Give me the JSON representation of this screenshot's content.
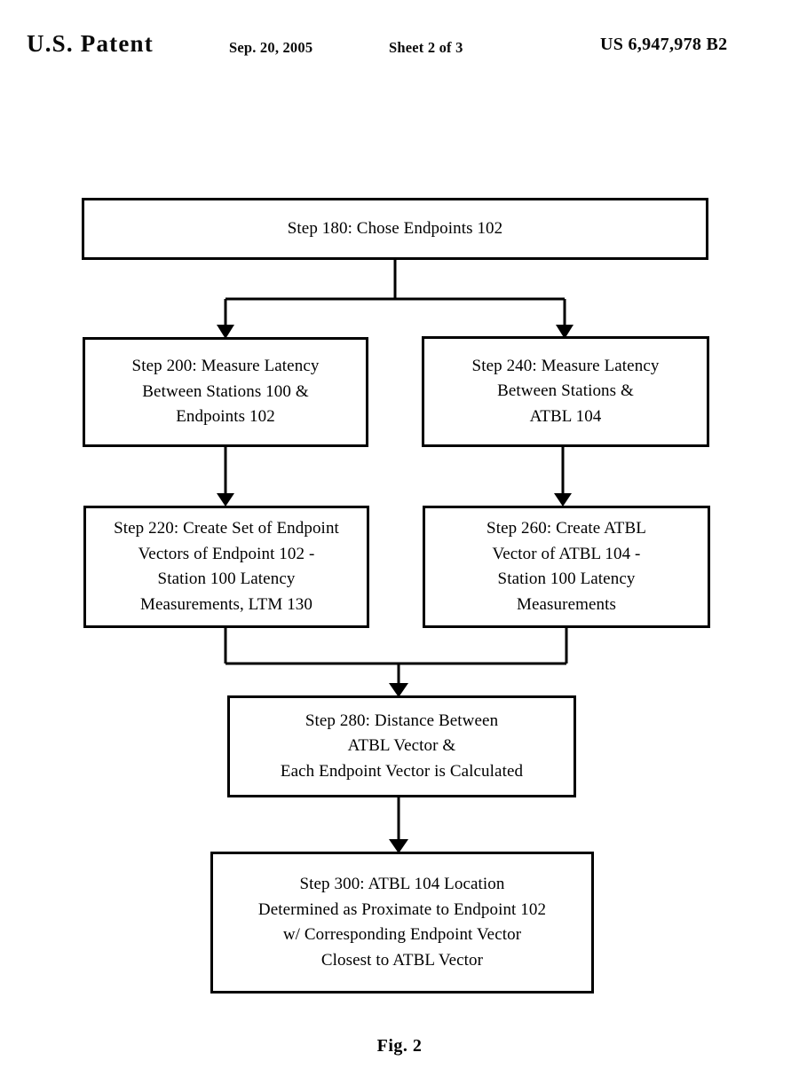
{
  "header": {
    "office": "U.S. Patent",
    "date": "Sep. 20, 2005",
    "sheet": "Sheet 2 of 3",
    "patent_number": "US 6,947,978 B2"
  },
  "figure": {
    "caption": "Fig. 2",
    "type": "flowchart",
    "line_color": "#000000",
    "background_color": "#ffffff"
  },
  "flowchart": {
    "nodes": [
      {
        "id": "step-180",
        "step": "180",
        "text": "Step 180:  Chose Endpoints 102"
      },
      {
        "id": "step-200",
        "step": "200",
        "text": "Step 200:  Measure Latency\nBetween Stations 100 &\nEndpoints 102"
      },
      {
        "id": "step-240",
        "step": "240",
        "text": "Step 240:  Measure Latency\nBetween Stations &\nATBL 104"
      },
      {
        "id": "step-220",
        "step": "220",
        "text": "Step 220: Create Set of Endpoint\nVectors of Endpoint 102 -\nStation 100 Latency\nMeasurements, LTM 130"
      },
      {
        "id": "step-260",
        "step": "260",
        "text": "Step 260:  Create ATBL\nVector of ATBL 104 -\nStation 100 Latency\nMeasurements"
      },
      {
        "id": "step-280",
        "step": "280",
        "text": "Step 280:  Distance Between\nATBL Vector &\nEach Endpoint Vector is Calculated"
      },
      {
        "id": "step-300",
        "step": "300",
        "text": "Step 300:  ATBL 104 Location\nDetermined as Proximate to Endpoint 102\nw/ Corresponding Endpoint Vector\nClosest to ATBL Vector"
      }
    ],
    "edges": [
      {
        "id": "edge-180-to-200",
        "from": "step-180",
        "to": "step-200",
        "kind": "branch-left"
      },
      {
        "id": "edge-180-to-240",
        "from": "step-180",
        "to": "step-240",
        "kind": "branch-right"
      },
      {
        "id": "edge-200-to-220",
        "from": "step-200",
        "to": "step-220",
        "kind": "straight"
      },
      {
        "id": "edge-240-to-260",
        "from": "step-240",
        "to": "step-260",
        "kind": "straight"
      },
      {
        "id": "edge-220-to-280",
        "from": "step-220",
        "to": "step-280",
        "kind": "merge-left"
      },
      {
        "id": "edge-260-to-280",
        "from": "step-260",
        "to": "step-280",
        "kind": "merge-right"
      },
      {
        "id": "edge-280-to-300",
        "from": "step-280",
        "to": "step-300",
        "kind": "straight"
      }
    ]
  }
}
